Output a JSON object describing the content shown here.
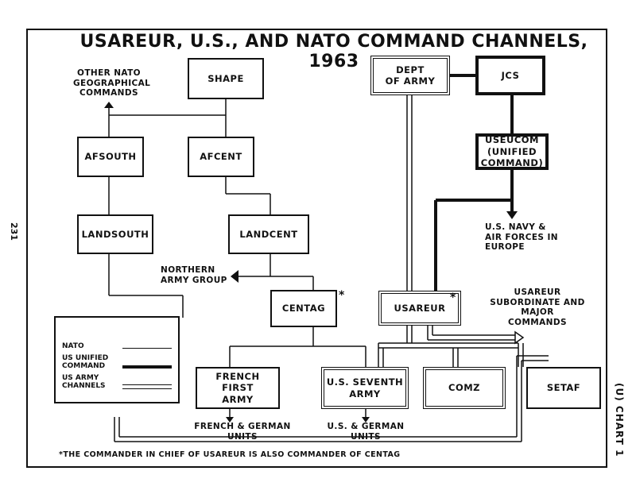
{
  "title": "USAREUR, U.S., AND NATO COMMAND CHANNELS, 1963",
  "page_number": "231",
  "chart_label": "(U) CHART 1",
  "boxes": {
    "shape": "SHAPE",
    "afsouth": "AFSOUTH",
    "afcent": "AFCENT",
    "landsouth": "LANDSOUTH",
    "landcent": "LANDCENT",
    "centag": "CENTAG",
    "dept_army": "DEPT\nOF ARMY",
    "jcs": "JCS",
    "useucom": "USEUCOM\n(UNIFIED\nCOMMAND)",
    "usareur": "USAREUR",
    "french_first_army": "FRENCH\nFIRST\nARMY",
    "us_seventh_army": "U.S. SEVENTH\nARMY",
    "comz": "COMZ",
    "setaf": "SETAF"
  },
  "labels": {
    "other_nato": "OTHER NATO\nGEOGRAPHICAL\nCOMMANDS",
    "northern_army_group": "NORTHERN\nARMY GROUP",
    "us_navy_air": "U.S. NAVY &\nAIR FORCES IN\nEUROPE",
    "usareur_subordinate": "USAREUR\nSUBORDINATE AND MAJOR\nCOMMANDS",
    "french_german_units": "FRENCH & GERMAN\nUNITS",
    "us_german_units": "U.S. & GERMAN\nUNITS"
  },
  "star_symbol": "*",
  "footnote": "*THE COMMANDER IN CHIEF OF USAREUR IS ALSO COMMANDER OF CENTAG",
  "legend": {
    "nato": "NATO",
    "us_unified": "US UNIFIED\nCOMMAND",
    "us_army": "US ARMY\nCHANNELS"
  }
}
